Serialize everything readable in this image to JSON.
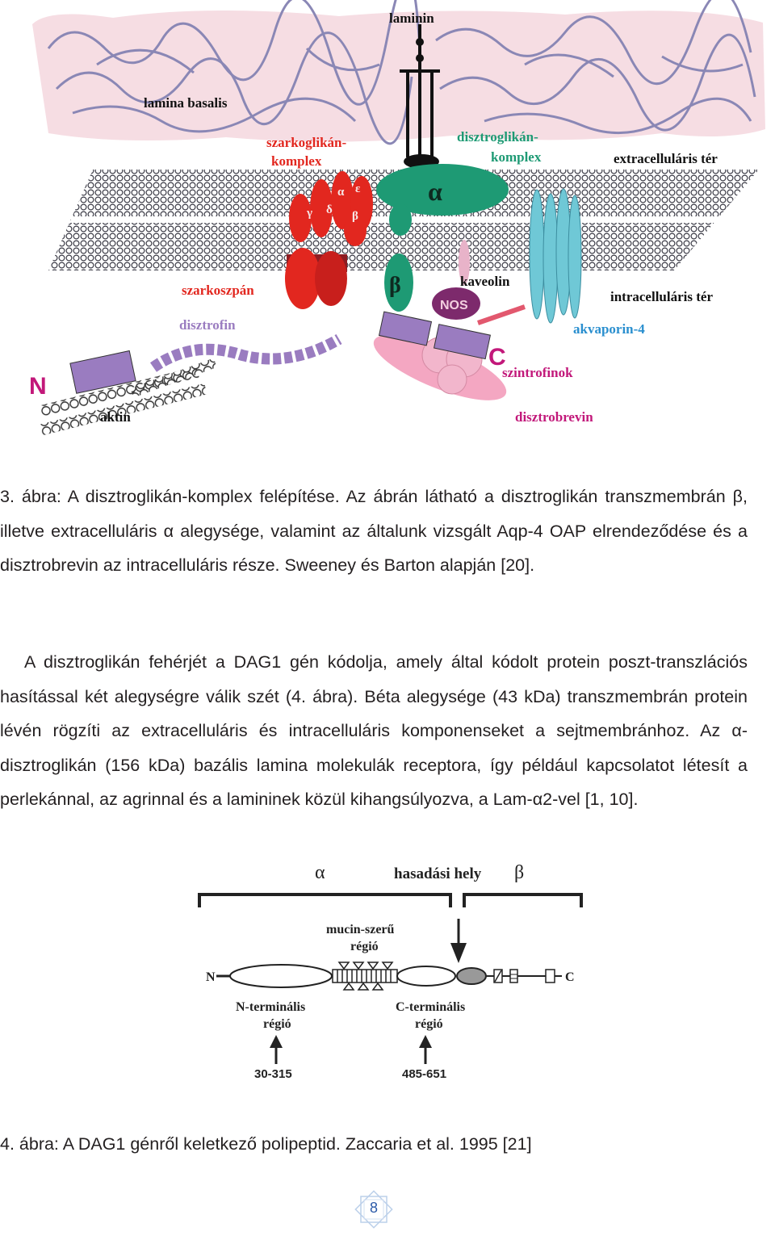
{
  "figure3": {
    "labels": {
      "laminin": "laminin",
      "lamina_basalis": "lamina basalis",
      "szarkoglikan_line1": "szarkoglikán-",
      "szarkoglikan_line2": "komplex",
      "disztroglikan_line1": "disztroglikán-",
      "disztroglikan_line2": "komplex",
      "extracellular": "extracelluláris tér",
      "intracellular": "intracelluláris tér",
      "alpha": "α",
      "beta": "β",
      "sg_alpha": "α",
      "sg_epsilon": "ε",
      "sg_gamma": "γ",
      "sg_delta": "δ",
      "sg_beta": "β",
      "szarkoszpan": "szarkoszpán",
      "kaveolin": "kaveolin",
      "nos": "NOS",
      "akvaporin": "akvaporin-4",
      "disztrofin": "disztrofin",
      "n_terminal": "N",
      "c_terminal": "C",
      "szintrofinok": "szintrofinok",
      "aktin": "aktin",
      "disztrobrevin": "disztrobrevin"
    },
    "colors": {
      "lamina_pink": "#f6dde3",
      "laminin_purple": "#8a87b5",
      "membrane": "#5d5d6a",
      "sarcoglycan_red": "#e2271f",
      "sarcospan_dark_red": "#8e1c22",
      "dg_green": "#1e9a74",
      "aquaporin_cyan": "#6fc8d6",
      "nos_purple": "#7d2a6c",
      "dystrophin_purple": "#9a7cc0",
      "syntrophin_pink": "#f2b6cc",
      "dystrobrevin_pink": "#f4a7c2",
      "label_red": "#e2271f",
      "label_green": "#1e9a74",
      "label_blue": "#2a8fcf",
      "label_magenta": "#c2187a"
    }
  },
  "caption3": "3. ábra: A disztroglikán-komplex felépítése. Az ábrán látható a disztroglikán transzmembrán β, illetve extracelluláris α alegysége, valamint az általunk vizsgált Aqp-4 OAP elrendeződése és a disztrobrevin az intracelluláris része. Sweeney és Barton alapján [20].",
  "paragraph": "A disztroglikán fehérjét a DAG1 gén kódolja, amely által kódolt protein poszt-transzlációs hasítással két alegységre válik szét (4. ábra). Béta alegysége (43 kDa) transzmembrán protein lévén rögzíti az extracelluláris és intracelluláris komponenseket a sejtmembránhoz. Az α-disztroglikán (156 kDa) bazális lamina molekulák receptora, így például kapcsolatot létesít a perlekánnal, az agrinnal és a lamininek közül kihangsúlyozva, a Lam-α2-vel [1, 10].",
  "figure4": {
    "alpha": "α",
    "hasadasi_hely": "hasadási hely",
    "beta": "β",
    "mucin_line1": "mucin-szerű",
    "mucin_line2": "régió",
    "n_label": "N",
    "c_label": "C",
    "n_term_line1": "N-terminális",
    "n_term_line2": "régió",
    "c_term_line1": "C-terminális",
    "c_term_line2": "régió",
    "n_range": "30-315",
    "c_range": "485-651"
  },
  "caption4": "4. ábra: A DAG1 génről keletkező polipeptid. Zaccaria et al. 1995 [21]",
  "page_number": "8"
}
